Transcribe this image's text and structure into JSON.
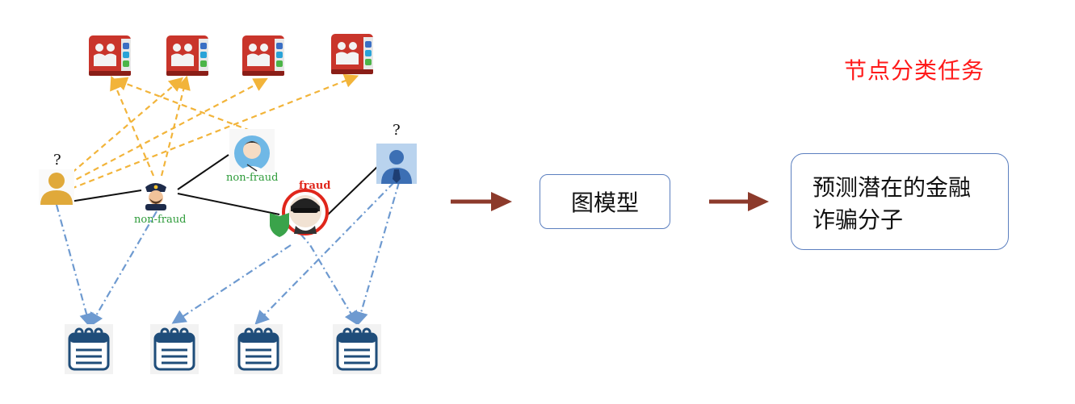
{
  "task_title": "节点分类任务",
  "nodes": {
    "user_left": {
      "mark": "?",
      "icon": "user-silhouette-icon"
    },
    "police": {
      "label": "non-fraud",
      "icon": "police-officer-icon"
    },
    "doctor": {
      "label": "non-fraud",
      "icon": "doctor-icon"
    },
    "thief": {
      "label": "fraud",
      "icon": "thief-icon"
    },
    "user_right": {
      "mark": "?",
      "icon": "businessman-icon"
    }
  },
  "contact_books": {
    "count": 4,
    "icon": "contact-book-icon"
  },
  "notepads": {
    "count": 4,
    "icon": "notepad-icon"
  },
  "pipeline": {
    "model_label": "图模型",
    "predict_label_line1": "预测潜在的金融",
    "predict_label_line2": "诈骗分子"
  },
  "colors": {
    "task_title": "#ff1a1a",
    "non_fraud": "#2e9b3a",
    "fraud": "#e0261b",
    "contact_edge": "#f2b43a",
    "record_edge": "#6e9ad0",
    "social_edge": "#111111",
    "arrow": "#8c3a2b",
    "box_border": "#5b7fbf"
  }
}
